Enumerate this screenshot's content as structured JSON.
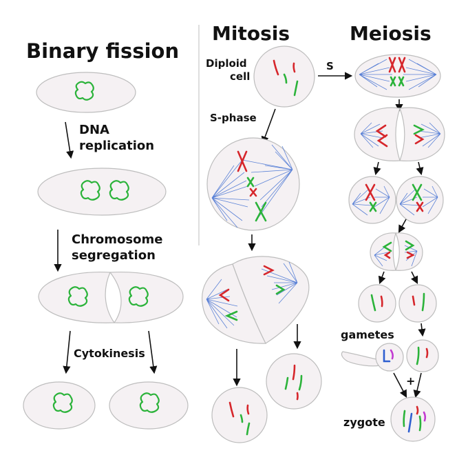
{
  "headings": {
    "binary_fission": "Binary fission",
    "mitosis": "Mitosis",
    "meiosis": "Meiosis"
  },
  "labels": {
    "dna_replication_1": "DNA",
    "dna_replication_2": "replication",
    "chromosome_segregation_1": "Chromosome",
    "chromosome_segregation_2": "segregation",
    "cytokinesis": "Cytokinesis",
    "diploid_1": "Diploid",
    "diploid_2": "cell",
    "s_phase": "S-phase",
    "s": "S",
    "gametes": "gametes",
    "plus": "+",
    "zygote": "zygote"
  },
  "colors": {
    "plasmid": "#2bb33a",
    "chromosome_red": "#d6262b",
    "chromosome_green": "#2bb33a",
    "chromosome_blue": "#2f5fd0",
    "chromosome_magenta": "#c23bd1",
    "spindle": "#3f6ed1",
    "cell_fill": "#f5f1f3"
  }
}
